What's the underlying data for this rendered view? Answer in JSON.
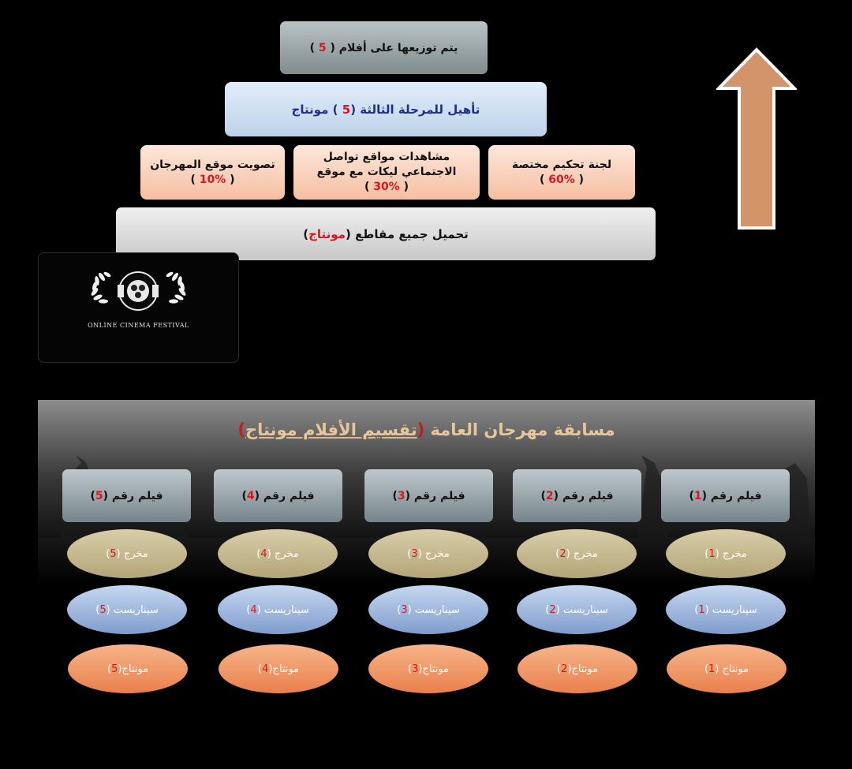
{
  "pyramid": {
    "top": {
      "text": "يتم توزيعها على أفلام ( ",
      "num": "5",
      "end": " )"
    },
    "second": {
      "text": "تأهيل للمرحلة الثالثة (",
      "num": "5",
      "end": " ) مونتاج"
    },
    "criteria": [
      {
        "line1": "لجنة تحكيم مختصة",
        "pre": "( ",
        "value": "60%",
        "post": " )"
      },
      {
        "line1": "مشاهدات مواقع تواصل",
        "line2": "الاجتماعي ليكات مع موقع",
        "pre": "( ",
        "value": "30%",
        "post": " )"
      },
      {
        "line1": "تصويت موقع المهرجان",
        "pre": "( ",
        "value": "10%",
        "post": " )"
      }
    ],
    "base": {
      "text": "تحميل جميع مقاطع (",
      "highlight": "مونتاج",
      "end": ")"
    }
  },
  "logo": {
    "text": "ONLINE CINEMA FESTIVAL"
  },
  "competition": {
    "title_pre": "مسابقة مهرجان العامة ",
    "bracket_open": "(",
    "title_underlined": "تقسيم الأفلام مونتاج",
    "bracket_close": ")"
  },
  "films": [
    {
      "label": "فيلم رقم  ( ",
      "num": "1",
      "end": " )",
      "director": "مخرج ( ",
      "scenarist": "سيناريست ( ",
      "montage": "مونتاج ( "
    },
    {
      "label": "فيلم رقم  ( ",
      "num": "2",
      "end": " )",
      "director": "مخرج ( ",
      "scenarist": "سيناريست ( ",
      "montage": "مونتاج( "
    },
    {
      "label": "فيلم رقم  ( ",
      "num": "3",
      "end": " )",
      "director": "مخرج ( ",
      "scenarist": "سيناريست ( ",
      "montage": "مونتاج( "
    },
    {
      "label": "فيلم رقم  ( ",
      "num": "4",
      "end": " )",
      "director": "مخرج ( ",
      "scenarist": "سيناريست ( ",
      "montage": "مونتاج( "
    },
    {
      "label": "فيلم رقم  ( ",
      "num": "5",
      "end": " )",
      "director": "مخرج ( ",
      "scenarist": "سيناريست ( ",
      "montage": "مونتاج( "
    }
  ],
  "colors": {
    "accent_red": "#e0141e",
    "arrow": "#d4946a",
    "title_gold": "#e7c79a"
  }
}
